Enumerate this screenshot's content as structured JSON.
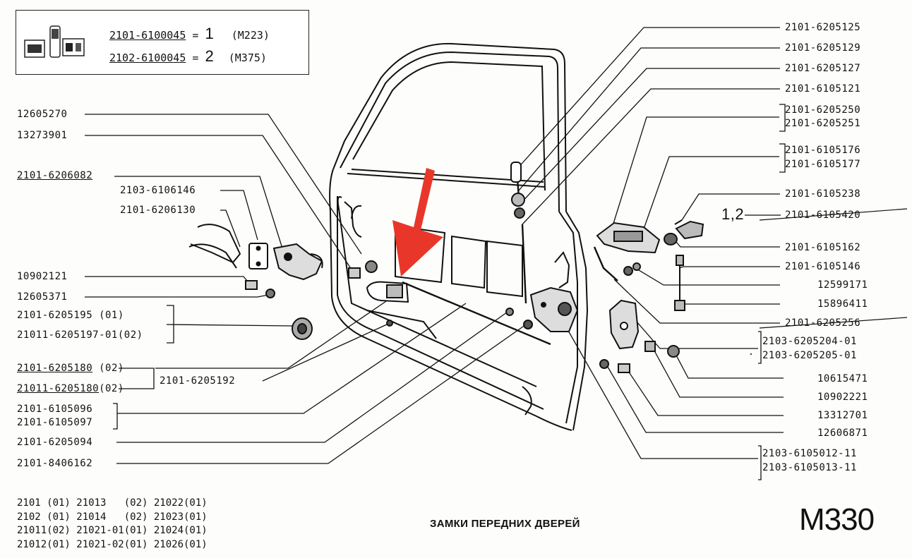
{
  "legend": {
    "row1_part": "2101-6100045",
    "row1_num": "1",
    "row1_model": "(M223)",
    "row2_part": "2102-6100045",
    "row2_num": "2",
    "row2_model": "(M375)",
    "eq": "="
  },
  "left_labels": {
    "l1": "12605270",
    "l2": "13273901",
    "l3": "2101-6206082",
    "l4": "2103-6106146",
    "l5": "2101-6206130",
    "l6": "10902121",
    "l7": "12605371",
    "l8": "2101-6205195 (01)",
    "l9": "21011-6205197-01(02)",
    "l10a": "2101-6205180",
    "l10b": " (02)",
    "l11a": "21011-6205180",
    "l11b": "(02)",
    "l12": "2101-6205192",
    "l13": "2101-6105096",
    "l14": "2101-6105097",
    "l15": "2101-6205094",
    "l16": "2101-8406162"
  },
  "right_labels": {
    "r1": "2101-6205125",
    "r2": "2101-6205129",
    "r3": "2101-6205127",
    "r4": "2101-6105121",
    "r5": "2101-6205250",
    "r6": "2101-6205251",
    "r7": "2101-6105176",
    "r8": "2101-6105177",
    "r9": "2101-6105238",
    "r10": "2101-6105420",
    "r10_note": "1,2",
    "r11": "2101-6105162",
    "r12": "2101-6105146",
    "r13": "12599171",
    "r14": "15896411",
    "r15": "2101-6205256",
    "r16": "2103-6205204-01",
    "r17": "2103-6205205-01",
    "r18": "10615471",
    "r19": "10902221",
    "r20": "13312701",
    "r21": "12606871",
    "r22": "2103-6105012-11",
    "r23": "2103-6105013-11"
  },
  "applicability": "2101 (01) 21013   (02) 21022(01)\n2102 (01) 21014   (02) 21023(01)\n21011(02) 21021-01(01) 21024(01)\n21012(01) 21021-02(01) 21026(01)",
  "title": "ЗАМКИ ПЕРЕДНИХ ДВЕРЕЙ",
  "code": "M330",
  "colors": {
    "arrow": "#e8372a",
    "ink": "#111111"
  }
}
